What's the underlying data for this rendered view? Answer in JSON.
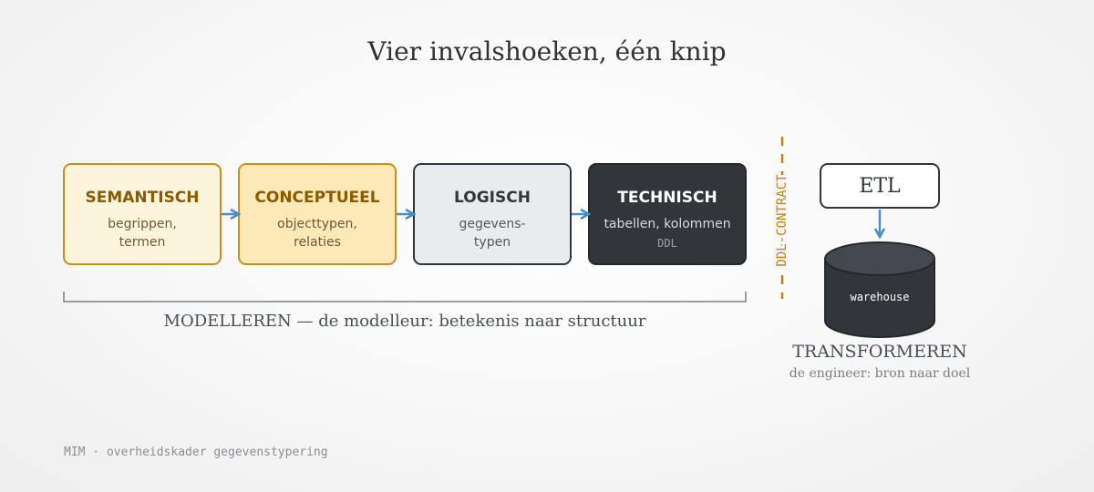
{
  "title": "Vier invalshoeken, één knip",
  "stages": [
    {
      "title": "SEMANTISCH",
      "line1": "begrippen,",
      "line2": "termen",
      "fill": "#fdf4dc",
      "stroke": "#c8901a",
      "title_color": "#8a5a00",
      "text_color": "#6b5a3a"
    },
    {
      "title": "CONCEPTUEEL",
      "line1": "objecttypen,",
      "line2": "relaties",
      "fill": "#fde8b8",
      "stroke": "#c8901a",
      "title_color": "#8a5a00",
      "text_color": "#6b5a3a"
    },
    {
      "title": "LOGISCH",
      "line1": "gegevens-",
      "line2": "typen",
      "fill": "#e8ecef",
      "stroke": "#32363b",
      "title_color": "#32363b",
      "text_color": "#55595e"
    },
    {
      "title": "TECHNISCH",
      "line1": "tabellen, kolommen",
      "line2": "DDL",
      "fill": "#32363b",
      "stroke": "#25282c",
      "title_color": "#ffffff",
      "text_color": "#d6d9dc",
      "line2_color": "#9aa0a6"
    }
  ],
  "arrow_color": "#4a8ccb",
  "modelling_label": "MODELLEREN — de modelleur: betekenis naar structuur",
  "contract_label": "DDL-CONTRACT",
  "contract_color": "#c08414",
  "etl_label": "ETL",
  "warehouse_label": "warehouse",
  "transform_title": "TRANSFORMEREN",
  "transform_subtitle": "de engineer: bron naar doel",
  "footer": "MIM · overheidskader gegevenstypering"
}
